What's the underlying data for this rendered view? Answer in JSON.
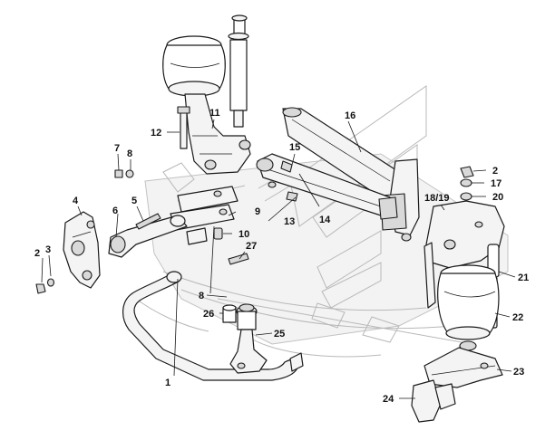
{
  "callouts": {
    "c1": "1",
    "c2a": "2",
    "c2b": "2",
    "c3": "3",
    "c4": "4",
    "c5": "5",
    "c6": "6",
    "c7": "7",
    "c8a": "8",
    "c8b": "8",
    "c9": "9",
    "c10": "10",
    "c11": "11",
    "c12": "12",
    "c13": "13",
    "c14": "14",
    "c15": "15",
    "c16": "16",
    "c17": "17",
    "c1819": "18/19",
    "c20": "20",
    "c21": "21",
    "c22": "22",
    "c23": "23",
    "c24": "24",
    "c25": "25",
    "c26": "26",
    "c27": "27"
  }
}
